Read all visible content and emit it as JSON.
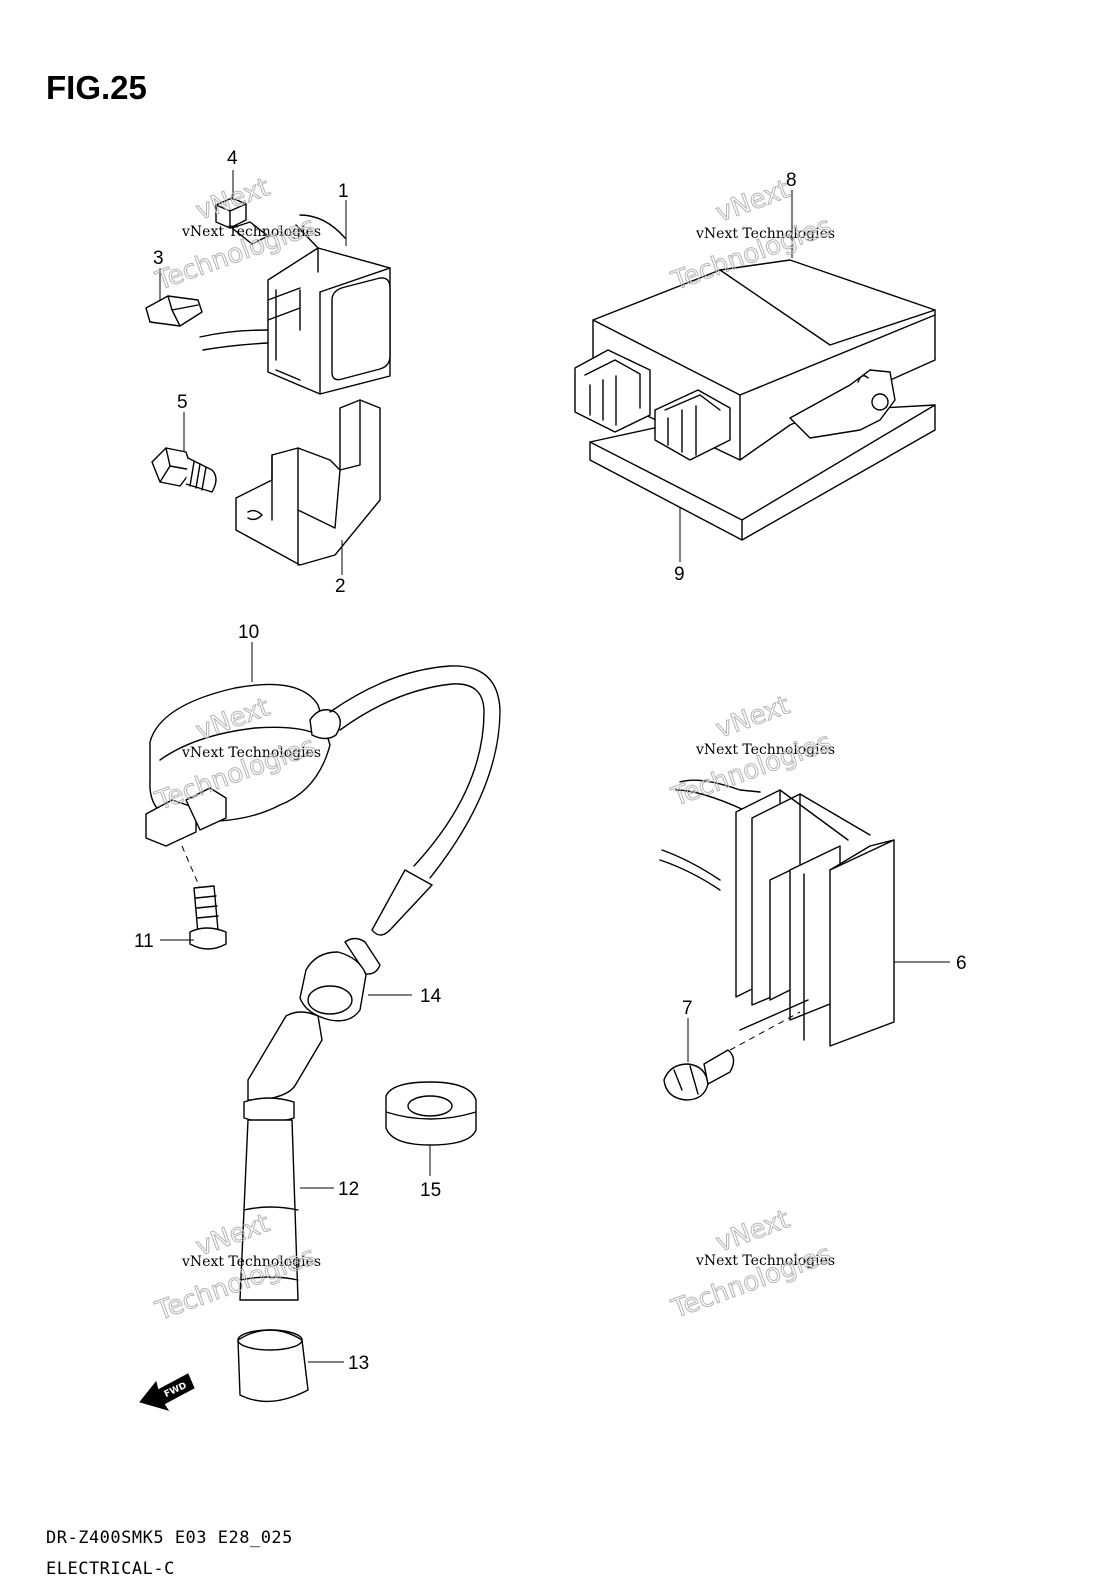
{
  "figure": {
    "title": "FIG.25"
  },
  "callouts": [
    {
      "id": "1",
      "label": "1"
    },
    {
      "id": "2",
      "label": "2"
    },
    {
      "id": "3",
      "label": "3"
    },
    {
      "id": "4",
      "label": "4"
    },
    {
      "id": "5",
      "label": "5"
    },
    {
      "id": "6",
      "label": "6"
    },
    {
      "id": "7",
      "label": "7"
    },
    {
      "id": "8",
      "label": "8"
    },
    {
      "id": "9",
      "label": "9"
    },
    {
      "id": "10",
      "label": "10"
    },
    {
      "id": "11",
      "label": "11"
    },
    {
      "id": "12",
      "label": "12"
    },
    {
      "id": "13",
      "label": "13"
    },
    {
      "id": "14",
      "label": "14"
    },
    {
      "id": "15",
      "label": "15"
    }
  ],
  "watermark": {
    "line1": "vNext Technologies",
    "line2": "Technologies",
    "line3": "vNext"
  },
  "fwd_arrow": {
    "label": "FWD"
  },
  "footer": {
    "model_code": "DR-Z400SMK5 E03 E28_025",
    "section": "ELECTRICAL-C"
  }
}
